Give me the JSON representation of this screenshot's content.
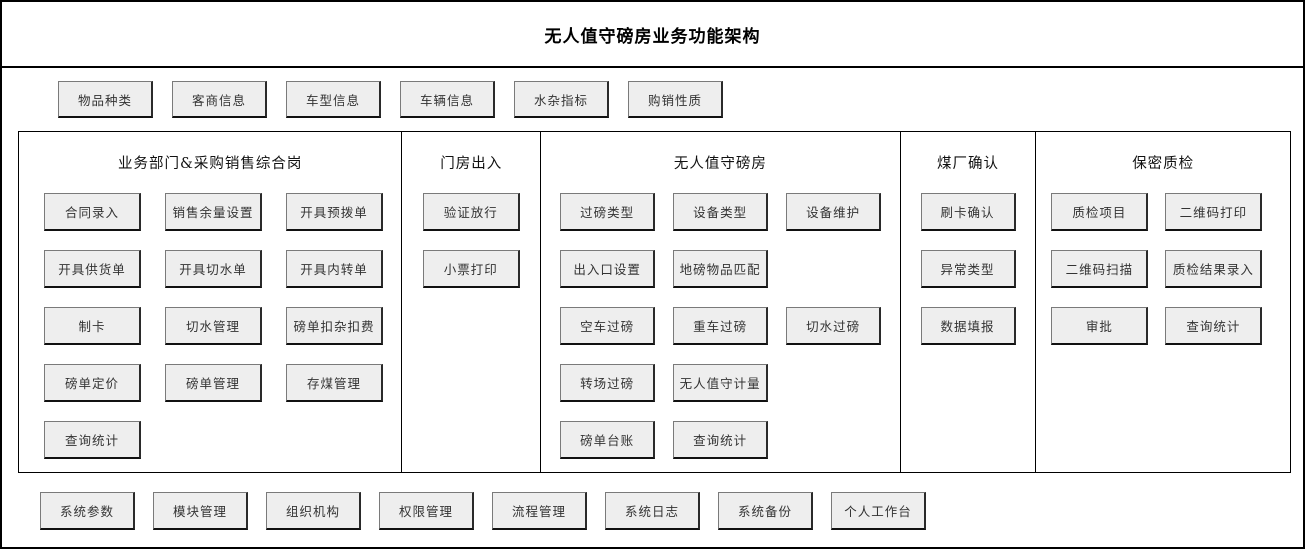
{
  "title": "无人值守磅房业务功能架构",
  "colors": {
    "box_fill": "#eeeeee",
    "line": "#000000",
    "text": "#333333"
  },
  "top_row": [
    "物品种类",
    "客商信息",
    "车型信息",
    "车辆信息",
    "水杂指标",
    "购销性质"
  ],
  "columns": [
    {
      "header": "业务部门&采购销售综合岗",
      "rows": [
        [
          "合同录入",
          "销售余量设置",
          "开具预拨单"
        ],
        [
          "开具供货单",
          "开具切水单",
          "开具内转单"
        ],
        [
          "制卡",
          "切水管理",
          "磅单扣杂扣费"
        ],
        [
          "磅单定价",
          "磅单管理",
          "存煤管理"
        ],
        [
          "查询统计"
        ]
      ]
    },
    {
      "header": "门房出入",
      "rows": [
        [
          "验证放行"
        ],
        [
          "小票打印"
        ]
      ]
    },
    {
      "header": "无人值守磅房",
      "rows": [
        [
          "过磅类型",
          "设备类型",
          "设备维护"
        ],
        [
          "出入口设置",
          "地磅物品匹配"
        ],
        [
          "空车过磅",
          "重车过磅",
          "切水过磅"
        ],
        [
          "转场过磅",
          "无人值守计量"
        ],
        [
          "磅单台账",
          "查询统计"
        ]
      ]
    },
    {
      "header": "煤厂确认",
      "rows": [
        [
          "刷卡确认"
        ],
        [
          "异常类型"
        ],
        [
          "数据填报"
        ]
      ]
    },
    {
      "header": "保密质检",
      "rows": [
        [
          "质检项目",
          "二维码打印"
        ],
        [
          "二维码扫描",
          "质检结果录入"
        ],
        [
          "审批",
          "查询统计"
        ]
      ]
    }
  ],
  "bottom_row": [
    "系统参数",
    "模块管理",
    "组织机构",
    "权限管理",
    "流程管理",
    "系统日志",
    "系统备份",
    "个人工作台"
  ]
}
